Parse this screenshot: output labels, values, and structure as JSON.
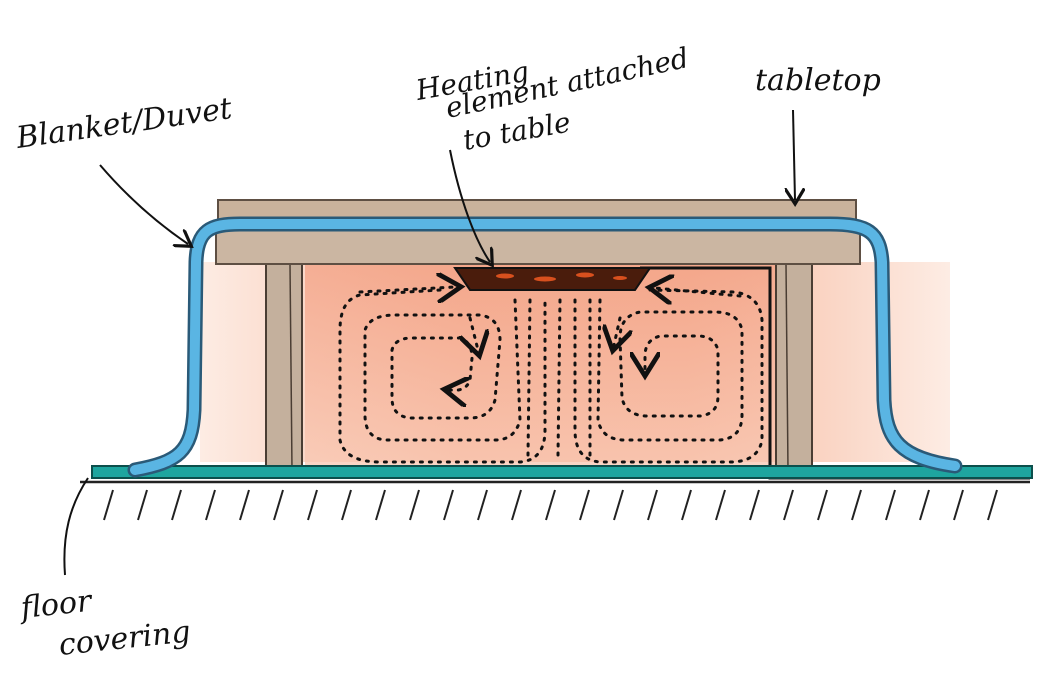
{
  "labels": {
    "blanket": "Blanket/Duvet",
    "heating_line1": "Heating",
    "heating_line2": "element attached",
    "heating_line3": "to table",
    "tabletop": "tabletop",
    "floor_line1": "floor",
    "floor_line2": "covering"
  },
  "colors": {
    "tabletop": "#c9b29c",
    "tabletop_edge": "#8a7564",
    "leg": "#bba794",
    "blanket": "#5ab5e3",
    "blanket_edge": "#2a5a78",
    "warm_glow": "#f3a989",
    "warm_light": "#fde9df",
    "floor_covering": "#1ea59f",
    "heater": "#4a1c0c",
    "heater_glow": "#d8501e",
    "ink": "#111111"
  }
}
